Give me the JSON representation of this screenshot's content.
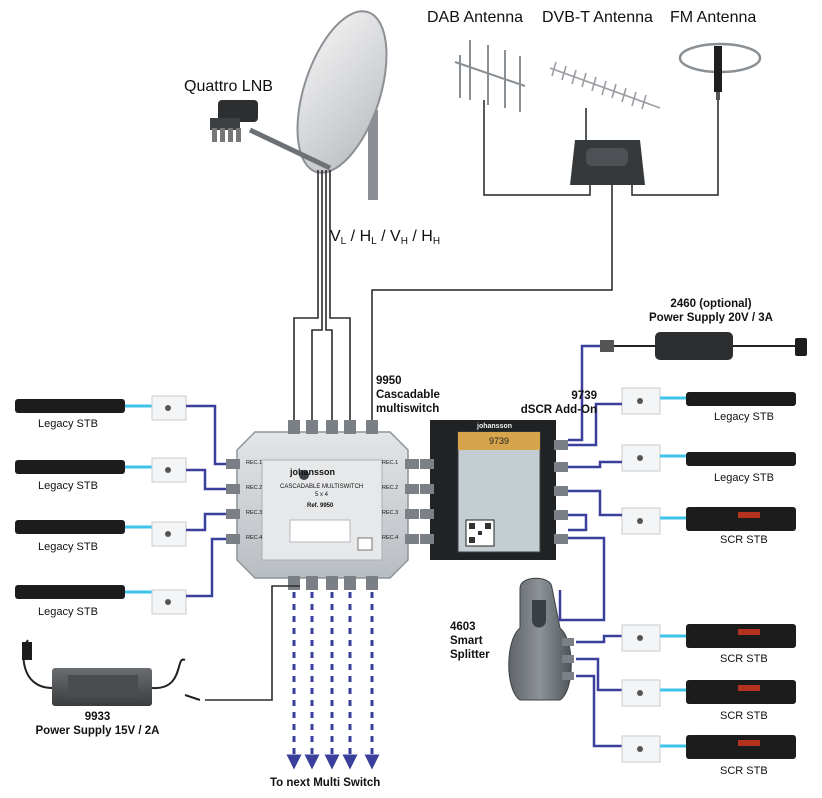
{
  "antennas": {
    "dab": "DAB Antenna",
    "dvbt": "DVB-T Antenna",
    "fm": "FM Antenna"
  },
  "lnb": {
    "label": "Quattro LNB",
    "polarities": [
      {
        "main": "V",
        "sub": "L"
      },
      {
        "main": "H",
        "sub": "L"
      },
      {
        "main": "V",
        "sub": "H"
      },
      {
        "main": "H",
        "sub": "H"
      }
    ],
    "separator": " / "
  },
  "multiswitch": {
    "model": "9950",
    "name": "Cascadable multiswitch",
    "brand": "johansson",
    "panel_title": "CASCADABLE MULTISWITCH",
    "panel_sub": "5 x 4",
    "panel_ref": "Ref. 9950",
    "rec_ports": [
      "REC.1",
      "REC.2",
      "REC.3",
      "REC.4"
    ]
  },
  "addon": {
    "model": "9739",
    "name": "dSCR Add-On",
    "brand": "johansson",
    "panel_num": "9739"
  },
  "power_supply_optional": {
    "model": "2460 (optional)",
    "spec": "Power Supply 20V / 3A"
  },
  "power_supply_main": {
    "model": "9933",
    "spec": "Power Supply 15V / 2A"
  },
  "splitter": {
    "model": "4603",
    "line1": "Smart",
    "line2": "Splitter"
  },
  "legacy_stbs_left": [
    "Legacy STB",
    "Legacy STB",
    "Legacy STB",
    "Legacy STB"
  ],
  "stbs_right": [
    "Legacy STB",
    "Legacy STB",
    "SCR STB",
    "SCR STB",
    "SCR STB",
    "SCR STB"
  ],
  "cascade_label": "To next Multi Switch",
  "colors": {
    "coax_blue": "#3a3f9c",
    "coax_black": "#1a1a1a",
    "cable_cyan": "#3ec3ea",
    "device_grey": "#cfd4d8",
    "stb_black": "#1c1c1c"
  }
}
